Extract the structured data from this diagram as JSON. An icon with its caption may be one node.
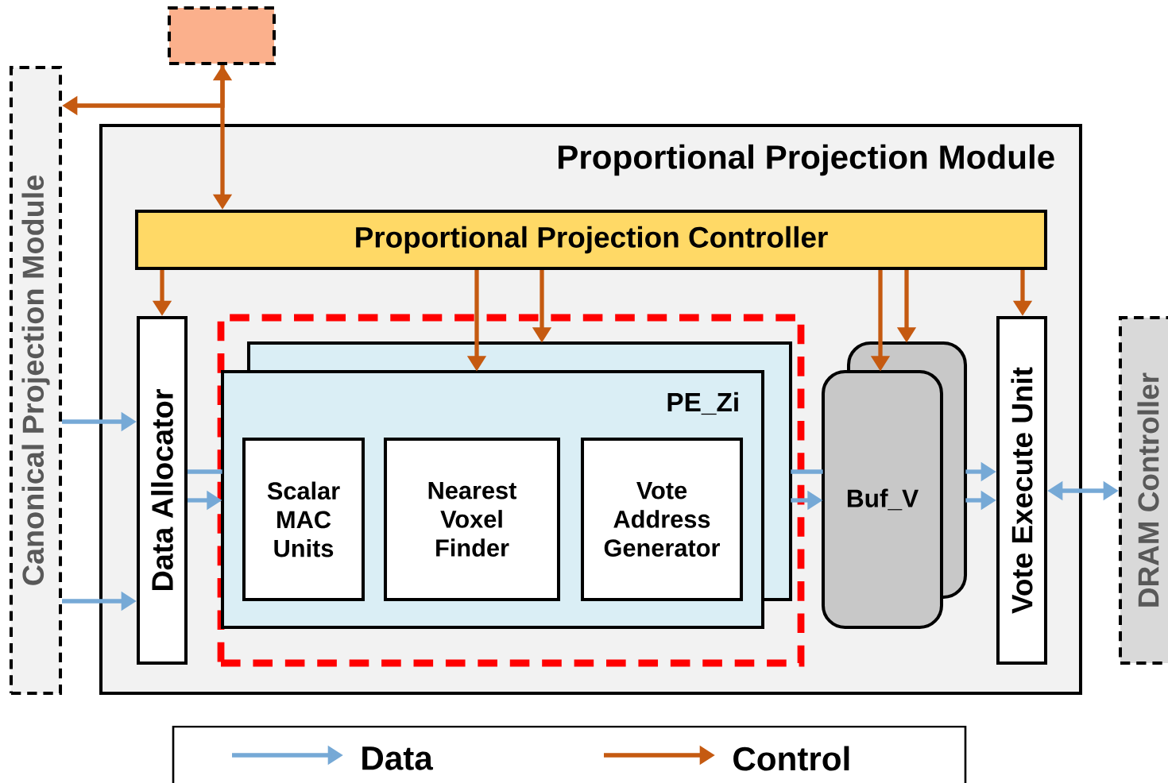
{
  "diagram": {
    "nodes": [
      {
        "text": [],
        "shape": "box"
      },
      {
        "text": [
          "Canonical Projection Module"
        ]
      },
      {
        "text": [
          "Proportional Projection Module"
        ]
      },
      {
        "text": [
          "Proportional Projection Controller"
        ],
        "in": 2
      },
      {
        "text": [
          "Data Allocator"
        ],
        "in": 2
      },
      {
        "text": [],
        "shape": "box",
        "in": 2
      },
      {
        "text": [
          "PE_Zi"
        ],
        "in": 5
      },
      {
        "text": [
          "Scalar MAC Units"
        ],
        "in": 6
      },
      {
        "text": [
          "Nearest Voxel Finder"
        ],
        "in": 6
      },
      {
        "text": [
          "Vote Address Generator"
        ],
        "in": 6
      },
      {
        "text": [
          "Buf_V"
        ],
        "in": 2
      },
      {
        "text": [
          "Vote Execute Unit"
        ],
        "in": 2
      },
      {
        "text": [
          "DRAM Controller"
        ]
      }
    ],
    "edges": [
      {
        "from": 0,
        "to": 3,
        "arrow": "both",
        "color": "#c55a11"
      },
      {
        "from": 0,
        "to": 1,
        "arrow": "to",
        "color": "#c55a11"
      },
      {
        "from": 3,
        "to": 4,
        "arrow": "to",
        "color": "#c55a11"
      },
      {
        "from": 3,
        "to": 6,
        "arrow": "to",
        "color": "#c55a11"
      },
      {
        "from": 3,
        "to": 6,
        "arrow": "to",
        "color": "#c55a11"
      },
      {
        "from": 3,
        "to": 10,
        "arrow": "to",
        "color": "#c55a11"
      },
      {
        "from": 3,
        "to": 10,
        "arrow": "to",
        "color": "#c55a11"
      },
      {
        "from": 3,
        "to": 11,
        "arrow": "to",
        "color": "#c55a11"
      },
      {
        "from": 1,
        "to": 4,
        "arrow": "to"
      },
      {
        "from": 1,
        "to": 4,
        "arrow": "to"
      },
      {
        "from": 4,
        "to": 6,
        "arrow": "none"
      },
      {
        "from": 4,
        "to": 6,
        "arrow": "to"
      },
      {
        "from": 6,
        "to": 10,
        "arrow": "none"
      },
      {
        "from": 6,
        "to": 10,
        "arrow": "to"
      },
      {
        "from": 10,
        "to": 11,
        "arrow": "to"
      },
      {
        "from": 10,
        "to": 11,
        "arrow": "to"
      },
      {
        "from": 11,
        "to": 12,
        "arrow": "both"
      }
    ],
    "legend": [
      {
        "text": "Data"
      },
      {
        "text": "Control"
      }
    ]
  }
}
